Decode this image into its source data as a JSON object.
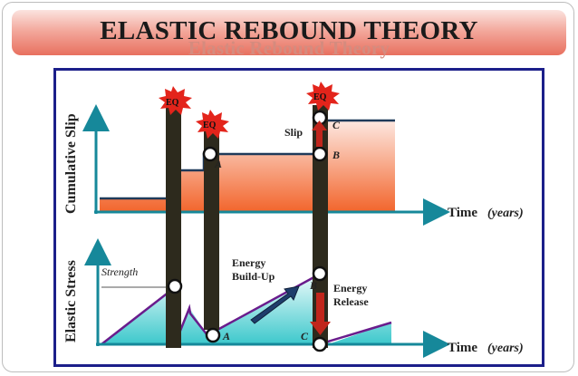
{
  "slide": {
    "title": "ELASTIC REBOUND THEORY",
    "title_shadow": "Elastic Rebound Theory"
  },
  "diagram": {
    "top_panel": {
      "y_axis_label": "Cumulative Slip",
      "x_axis_label": "Time",
      "x_axis_unit": "(years)",
      "slip_label": "Slip"
    },
    "bottom_panel": {
      "y_axis_label": "Elastic Stress",
      "x_axis_label": "Time",
      "x_axis_unit": "(years)",
      "strength_label": "Strength",
      "energy_buildup_label_1": "Energy",
      "energy_buildup_label_2": "Build-Up",
      "energy_release_label_1": "Energy",
      "energy_release_label_2": "Release"
    },
    "earthquake_label": "EQ",
    "point_labels": {
      "top": [
        "A",
        "B",
        "C"
      ],
      "bottom": [
        "A",
        "B",
        "C"
      ]
    }
  },
  "colors": {
    "title_text": "#1a1a1a",
    "title_bar_dark": "#e8705f",
    "frame_border": "#1c1f8a",
    "axis": "#16889a",
    "eq_column": "#2d2a1d",
    "eq_burst": "#e3241b",
    "slip_fill_top": "#fde8e1",
    "slip_fill_bottom": "#f2652c",
    "slip_line": "#1f3a5a",
    "stress_line": "#6a1c8c",
    "stress_fill": "#27c2c6",
    "red_arrow": "#c0261c",
    "buildup_arrow": "#1f3d6b"
  }
}
